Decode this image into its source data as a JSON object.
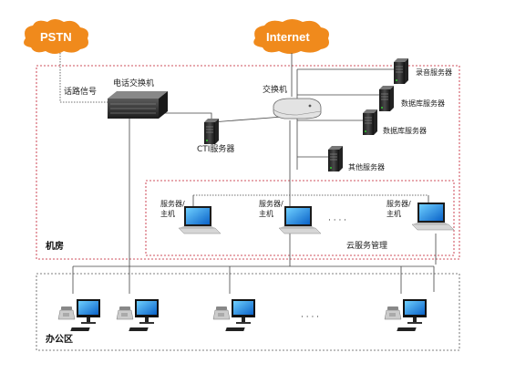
{
  "clouds": {
    "pstn": "PSTN",
    "internet": "Internet"
  },
  "labels": {
    "pbx": "电话交换机",
    "trunk": "话路信号",
    "switch": "交换机",
    "cti_server": "CTI服务器",
    "server_1": "录音服务器",
    "server_2": "数据库服务器",
    "server_3": "数据库服务器",
    "server_4": "其他服务器",
    "workstation_1": "服务器/主机",
    "workstation_2": "服务器/主机",
    "workstation_3": "服务器/主机",
    "cloud_mgmt": "云服务管理",
    "machine_room": "机房",
    "office_area": "办公区",
    "ellipsis_top": "· · · ·",
    "ellipsis_bottom": "· · · ·"
  },
  "colors": {
    "cloud_fill": "#f08a1c",
    "dashed_region": "#c0182a",
    "line": "#333333"
  },
  "icons": {
    "pbx": "rack-unit-icon",
    "switch": "network-switch-icon",
    "server": "tower-server-icon",
    "laptop": "laptop-icon",
    "desktop": "desktop-pc-icon",
    "phone": "desk-phone-icon"
  }
}
